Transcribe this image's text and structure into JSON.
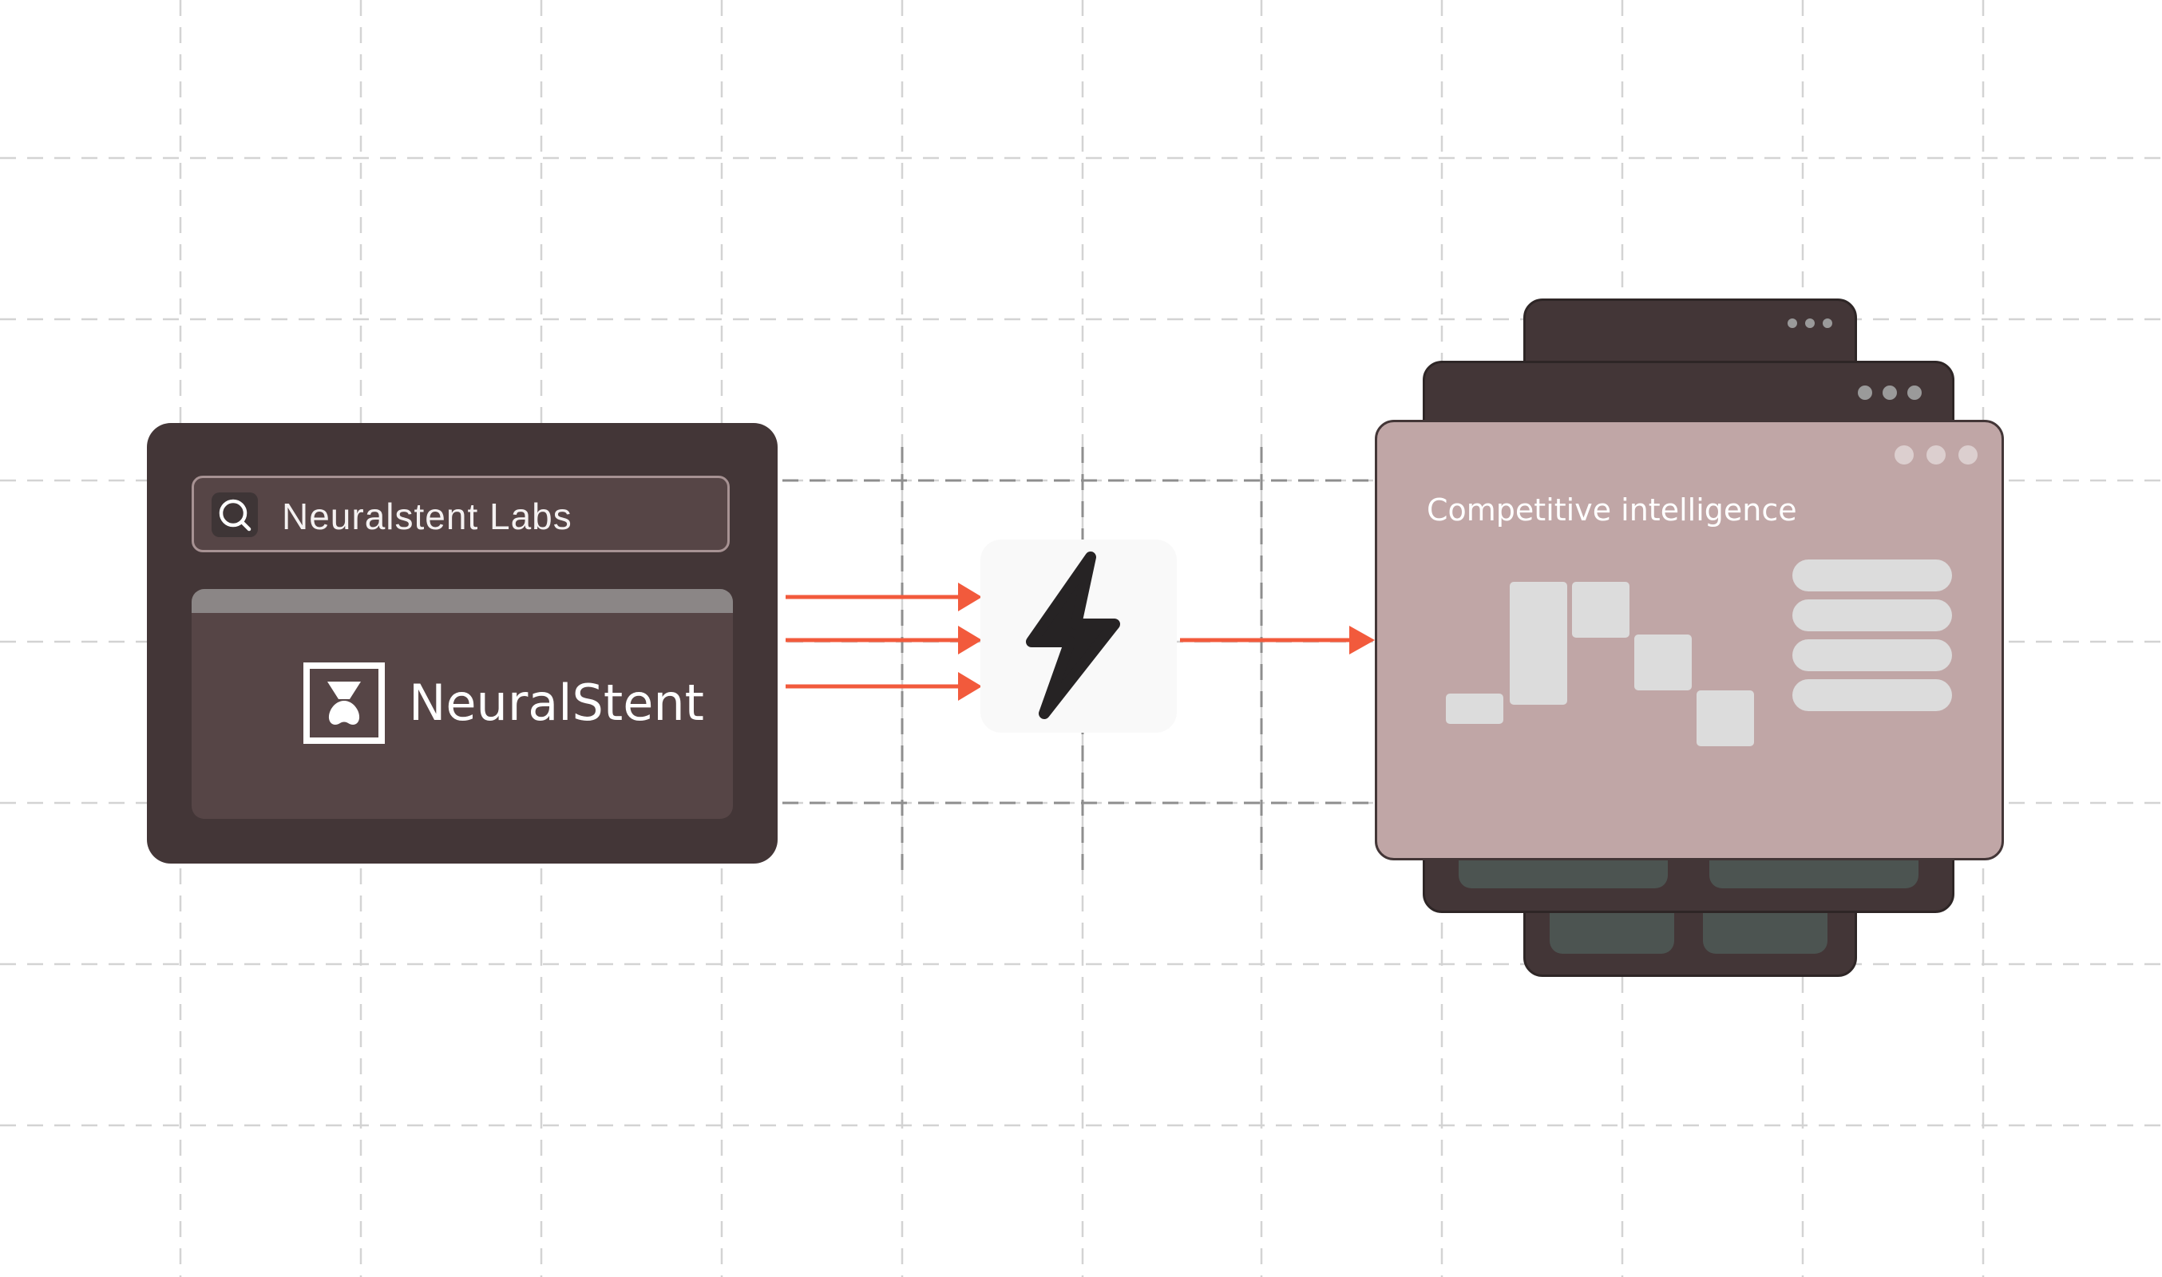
{
  "search": {
    "query": "Neuralstent Labs"
  },
  "result": {
    "brand": "NeuralStent"
  },
  "output": {
    "title": "Competitive intelligence"
  },
  "icons": {
    "search": "search-icon",
    "brand": "neuralstent-logo-icon",
    "trigger": "lightning-bolt-icon",
    "menu": "window-menu-dots-icon"
  },
  "colors": {
    "card_dark": "#433637",
    "card_panel": "#564546",
    "accent_arrow": "#f25a3c",
    "output_card": "#c0a6a6",
    "placeholder": "#dcdcdc",
    "grid_line": "#d0d0d0"
  }
}
